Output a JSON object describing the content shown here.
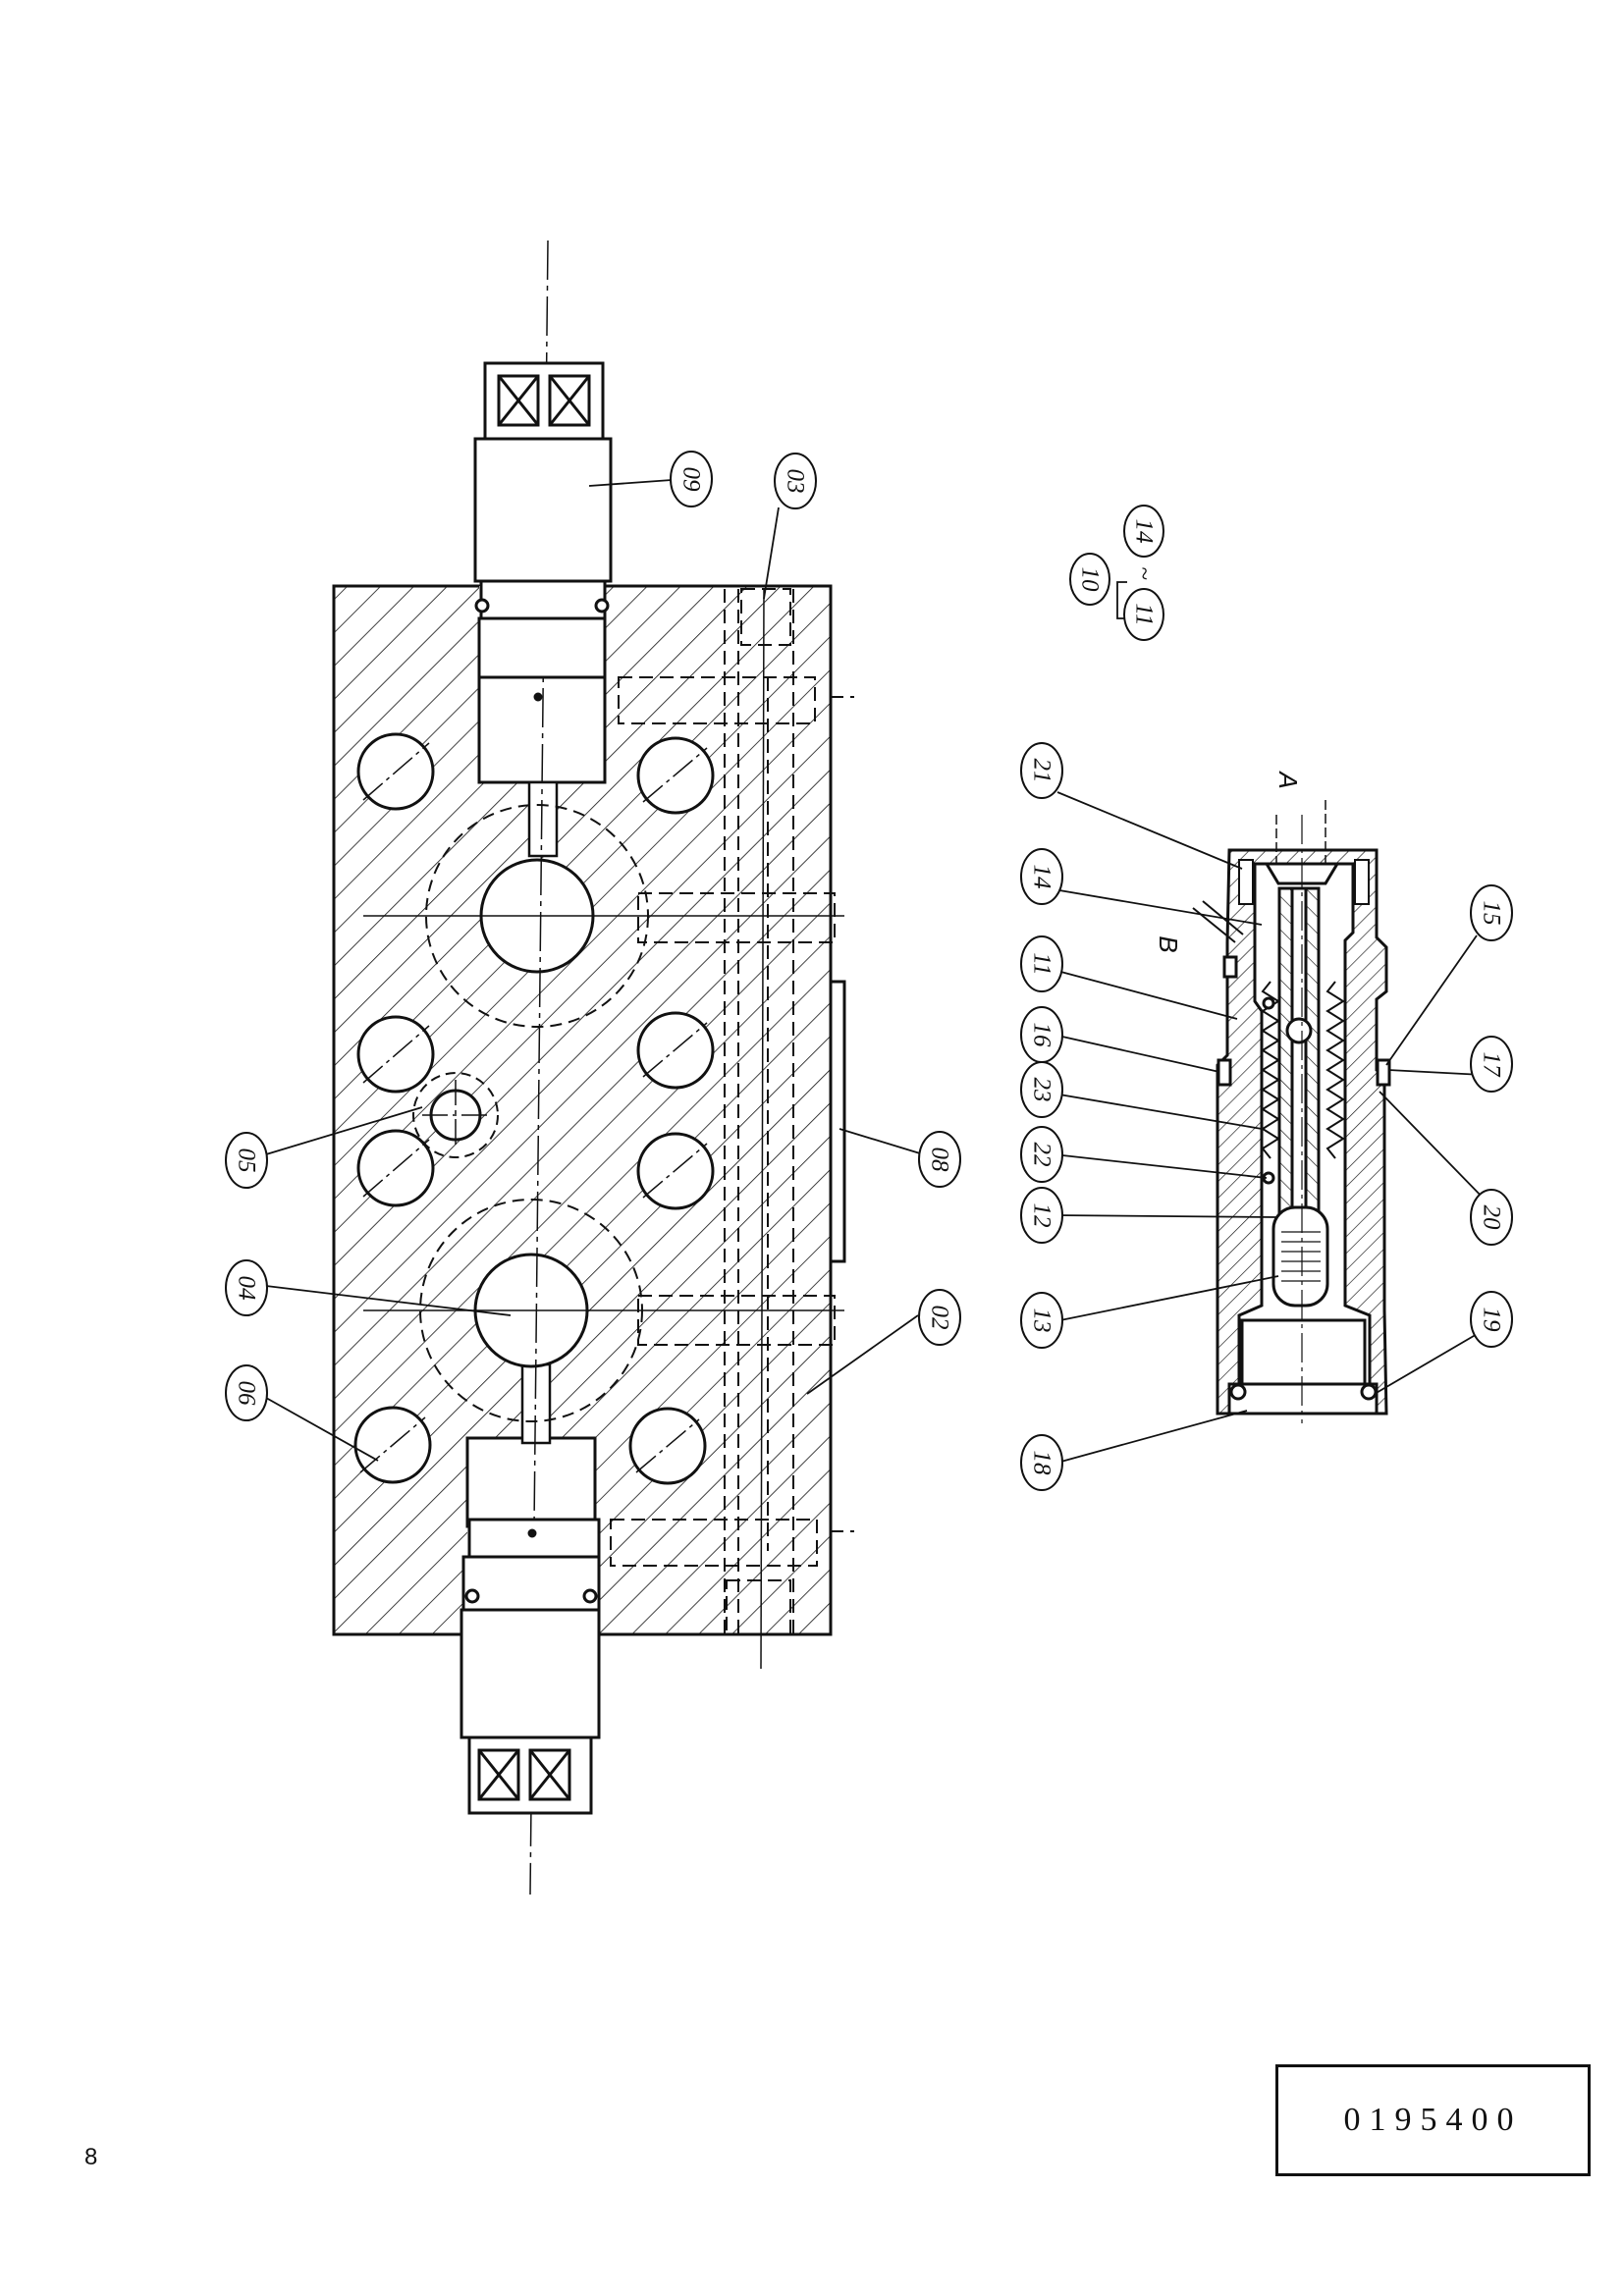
{
  "callouts": {
    "c02": "02",
    "c03": "03",
    "c04": "04",
    "c05": "05",
    "c06": "06",
    "c08": "08",
    "c09": "09",
    "c10": "10",
    "c11a": "11",
    "c14a": "14",
    "c11": "11",
    "c12": "12",
    "c13": "13",
    "c14": "14",
    "c15": "15",
    "c16": "16",
    "c17": "17",
    "c18": "18",
    "c19": "19",
    "c20": "20",
    "c21": "21",
    "c22": "22",
    "c23": "23"
  },
  "range_separator": "~",
  "port_labels": {
    "a": "A",
    "b": "B"
  },
  "drawing_number": "0195400",
  "page_number": "8",
  "colors": {
    "line": "#111111",
    "paper": "#ffffff"
  }
}
